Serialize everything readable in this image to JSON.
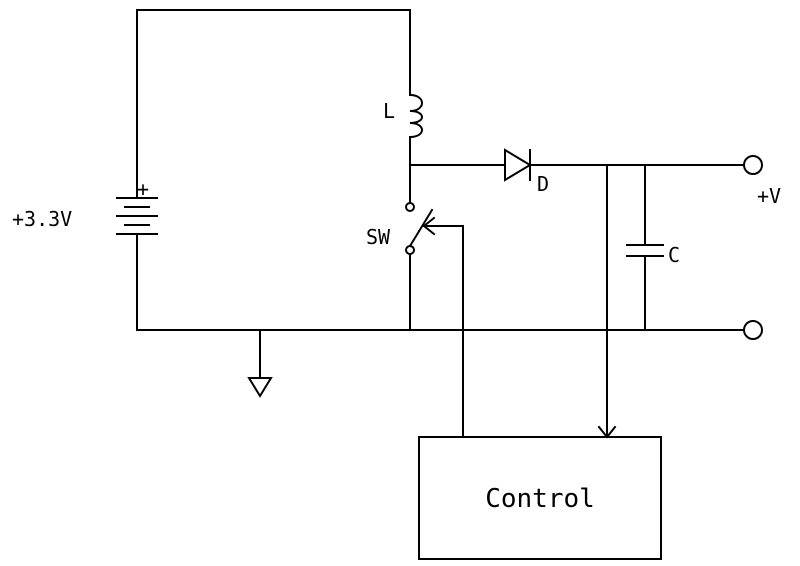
{
  "diagram": {
    "battery_label": "+3.3V",
    "battery_plus": "+",
    "inductor_label": "L",
    "diode_label": "D",
    "switch_label": "SW",
    "capacitor_label": "C",
    "output_label": "+V",
    "control_label": "Control"
  }
}
